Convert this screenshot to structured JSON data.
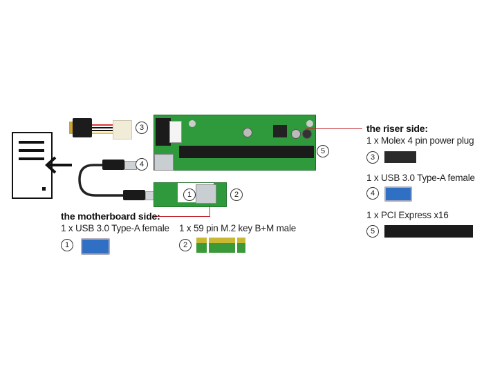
{
  "diagram": {
    "motherboard_side": {
      "heading": "the motherboard side:",
      "items": [
        {
          "number": "1",
          "label": "1 x USB 3.0 Type-A female",
          "icon": "usb-a-female-icon"
        },
        {
          "number": "2",
          "label": "1 x 59 pin M.2 key B+M male",
          "icon": "m2-edge-connector-icon"
        }
      ]
    },
    "riser_side": {
      "heading": "the riser side:",
      "items": [
        {
          "number": "3",
          "label": "1 x Molex 4 pin power plug",
          "icon": "molex-plug-icon"
        },
        {
          "number": "4",
          "label": "1 x USB 3.0 Type-A female",
          "icon": "usb-a-female-icon"
        },
        {
          "number": "5",
          "label": "1 x PCI Express x16",
          "icon": "pcie-x16-slot-icon"
        }
      ]
    },
    "callouts": [
      "3",
      "4",
      "5",
      "1",
      "2"
    ],
    "colors": {
      "pcb_green": "#2f9a3c",
      "leader_red": "#c0282e",
      "usb_blue": "#2f6fc4",
      "slot_black": "#1b1b1b"
    }
  }
}
